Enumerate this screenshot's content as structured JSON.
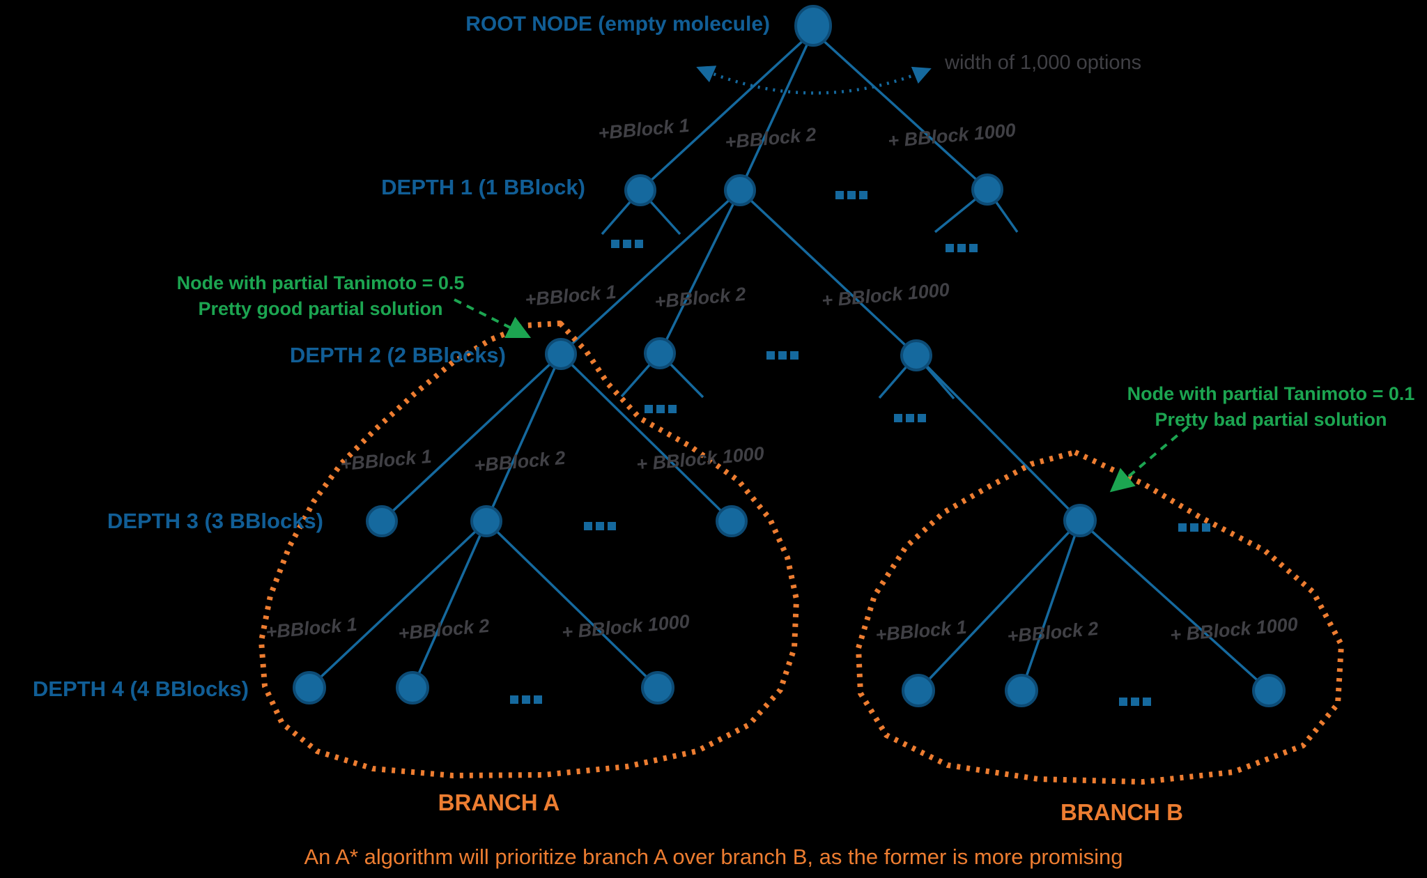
{
  "diagram": {
    "root_label": "ROOT NODE (empty molecule)",
    "width_note": "width of 1,000 options",
    "depth_labels": [
      "DEPTH 1 (1 BBlock)",
      "DEPTH 2 (2 BBlocks)",
      "DEPTH 3 (3 BBlocks)",
      "DEPTH 4 (4 BBlocks)"
    ],
    "edge_labels": {
      "rows": [
        [
          "+BBlock 1",
          "+BBlock 2",
          "+ BBlock 1000"
        ],
        [
          "+BBlock 1",
          "+BBlock 2",
          "+ BBlock 1000"
        ],
        [
          "+BBlock 1",
          "+BBlock 2",
          "+ BBlock 1000"
        ],
        [
          "+BBlock 1",
          "+BBlock 2",
          "+ BBlock 1000"
        ],
        [
          "+BBlock 1",
          "+BBlock 2",
          "+ BBlock 1000"
        ]
      ]
    },
    "good_node_note": {
      "line1": "Node with partial Tanimoto = 0.5",
      "line2": "Pretty good partial solution"
    },
    "bad_node_note": {
      "line1": "Node with partial Tanimoto = 0.1",
      "line2": "Pretty bad partial solution"
    },
    "branch_a_label": "BRANCH A",
    "branch_b_label": "BRANCH B",
    "caption": "An A* algorithm will prioritize branch A over branch B, as the former is more promising",
    "ellipsis": "…",
    "colors": {
      "background": "#000000",
      "node_fill": "#15699E",
      "node_stroke": "#0D4B75",
      "edge_line": "#15699E",
      "blue_text": "#115E96",
      "gray_text": "#404045",
      "green": "#1CA551",
      "orange": "#ED7D31"
    }
  }
}
